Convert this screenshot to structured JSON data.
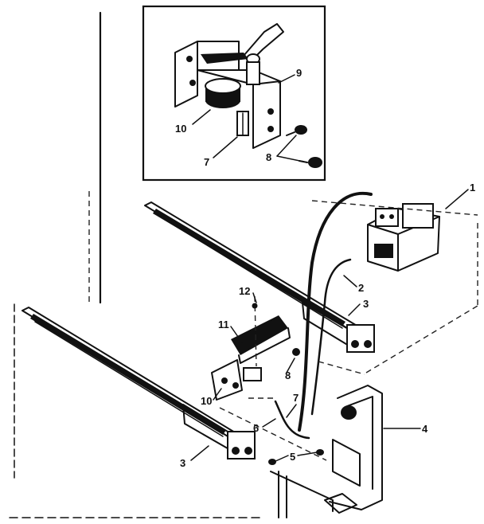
{
  "inset": {
    "labels": [
      {
        "id": "inset-label-9",
        "text": "9"
      },
      {
        "id": "inset-label-10",
        "text": "10"
      },
      {
        "id": "inset-label-7",
        "text": "7"
      },
      {
        "id": "inset-label-8",
        "text": "8"
      }
    ]
  },
  "main": {
    "labels": [
      {
        "id": "label-1",
        "text": "1"
      },
      {
        "id": "label-2",
        "text": "2"
      },
      {
        "id": "label-3-right",
        "text": "3"
      },
      {
        "id": "label-12",
        "text": "12"
      },
      {
        "id": "label-11",
        "text": "11"
      },
      {
        "id": "label-8",
        "text": "8"
      },
      {
        "id": "label-10",
        "text": "10"
      },
      {
        "id": "label-6",
        "text": "6"
      },
      {
        "id": "label-7",
        "text": "7"
      },
      {
        "id": "label-4",
        "text": "4"
      },
      {
        "id": "label-5",
        "text": "5"
      },
      {
        "id": "label-3-left",
        "text": "3"
      }
    ]
  },
  "colors": {
    "ink": "#111111",
    "paper": "#ffffff"
  }
}
